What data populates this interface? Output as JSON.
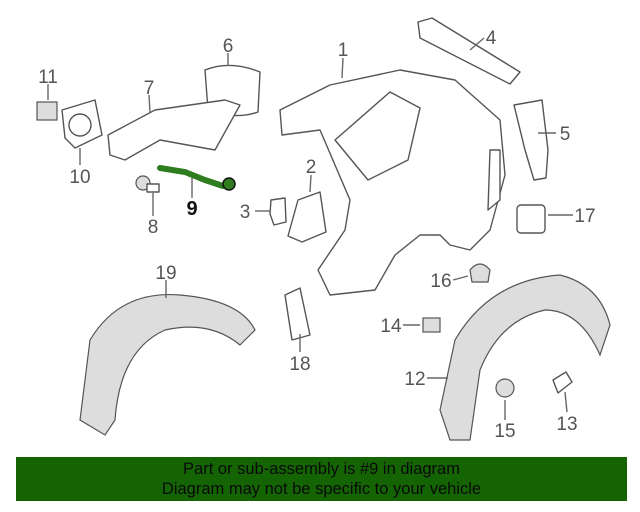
{
  "diagram": {
    "highlight_color": "#2e7d1e",
    "highlighted_part": "9",
    "callouts": [
      "1",
      "2",
      "3",
      "4",
      "5",
      "6",
      "7",
      "8",
      "9",
      "10",
      "11",
      "12",
      "13",
      "14",
      "15",
      "16",
      "17",
      "18",
      "19"
    ]
  },
  "banner": {
    "background": "#146404",
    "line1": "Part or sub-assembly is #9 in diagram",
    "line2": "Diagram may not be specific to your vehicle"
  }
}
